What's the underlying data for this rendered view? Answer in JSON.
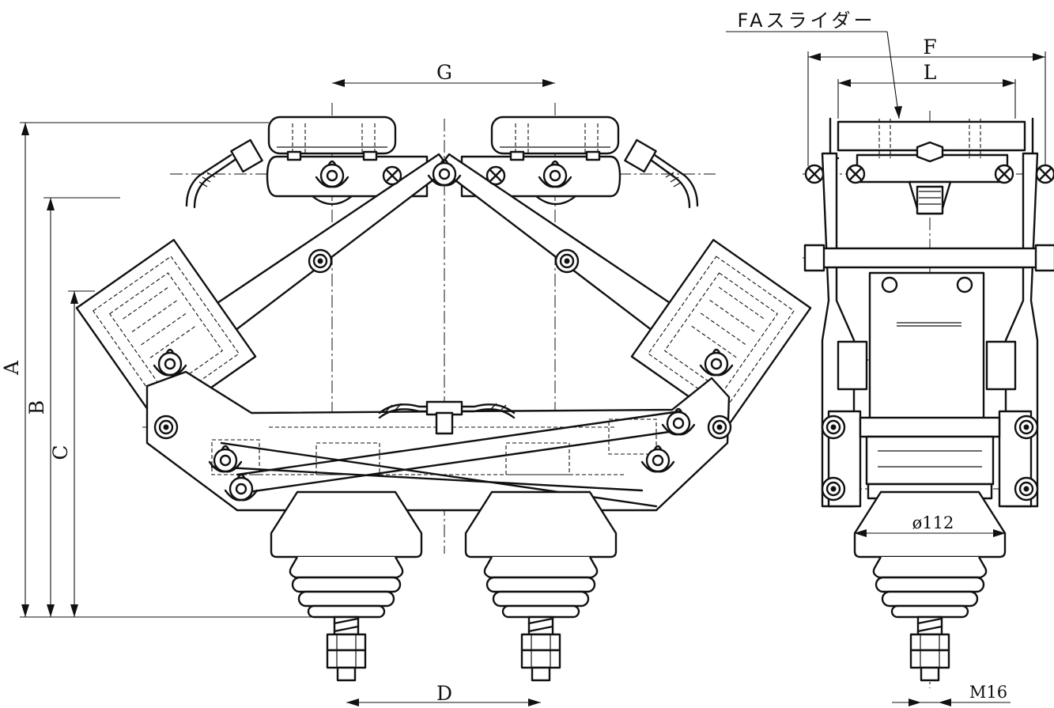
{
  "drawing": {
    "callout_part": "FAスライダー",
    "dimensions": {
      "A": "A",
      "B": "B",
      "C": "C",
      "D": "D",
      "F": "F",
      "G": "G",
      "L": "L",
      "diameter": "ø112",
      "thread": "M16"
    }
  }
}
